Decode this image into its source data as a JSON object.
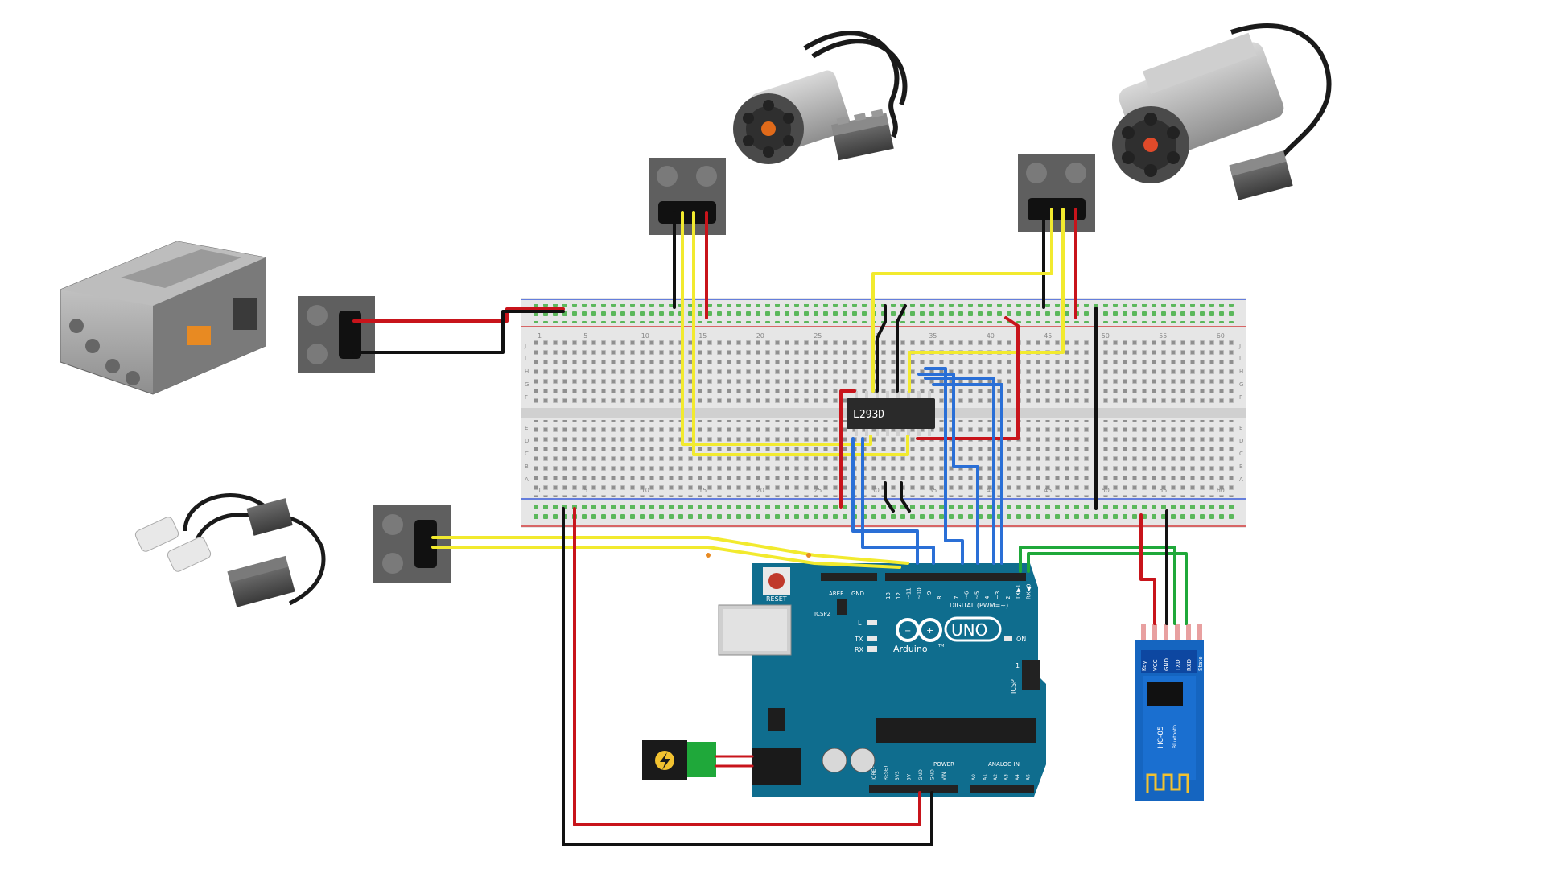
{
  "breadboard": {
    "column_numbers": [
      "1",
      "5",
      "10",
      "15",
      "20",
      "25",
      "30",
      "35",
      "40",
      "45",
      "50",
      "55",
      "60"
    ],
    "row_letters_top": [
      "J",
      "I",
      "H",
      "G",
      "F"
    ],
    "row_letters_bottom": [
      "E",
      "D",
      "C",
      "B",
      "A"
    ]
  },
  "ic": {
    "label": "L293D"
  },
  "arduino": {
    "reset_label": "RESET",
    "icsp2_label": "ICSP2",
    "aref_label": "AREF",
    "gnd_label": "GND",
    "digital_label": "DIGITAL (PWM=~)",
    "pin_labels": [
      "13",
      "12",
      "~11",
      "~10",
      "~9",
      "8",
      "7",
      "~6",
      "~5",
      "4",
      "~3",
      "2",
      "TX▶1",
      "RX◀0"
    ],
    "led_l": "L",
    "led_tx": "TX",
    "led_rx": "RX",
    "logo_text": "UNO",
    "brand": "Arduino",
    "tm": "TM",
    "on_label": "ON",
    "icsp_label": "ICSP",
    "icsp_one": "1",
    "power_label": "POWER",
    "power_pins": [
      "IOREF",
      "RESET",
      "3V3",
      "5V",
      "GND",
      "GND",
      "VIN"
    ],
    "analog_label": "ANALOG IN",
    "analog_pins": [
      "A0",
      "A1",
      "A2",
      "A3",
      "A4",
      "A5"
    ]
  },
  "bluetooth": {
    "model": "HC-05",
    "sub": "Bluetooth",
    "pins": [
      "Key",
      "VCC",
      "GND",
      "TXD",
      "RXD",
      "State"
    ]
  },
  "colors": {
    "wire_red": "#c8141b",
    "wire_black": "#111111",
    "wire_yellow": "#f2ea2e",
    "wire_blue": "#2a6fd6",
    "wire_green": "#1fa83a",
    "arduino_blue": "#0f6d8e",
    "bt_blue": "#1565c0",
    "breadboard": "#e6e6e6",
    "connector": "#5f5f5f"
  }
}
